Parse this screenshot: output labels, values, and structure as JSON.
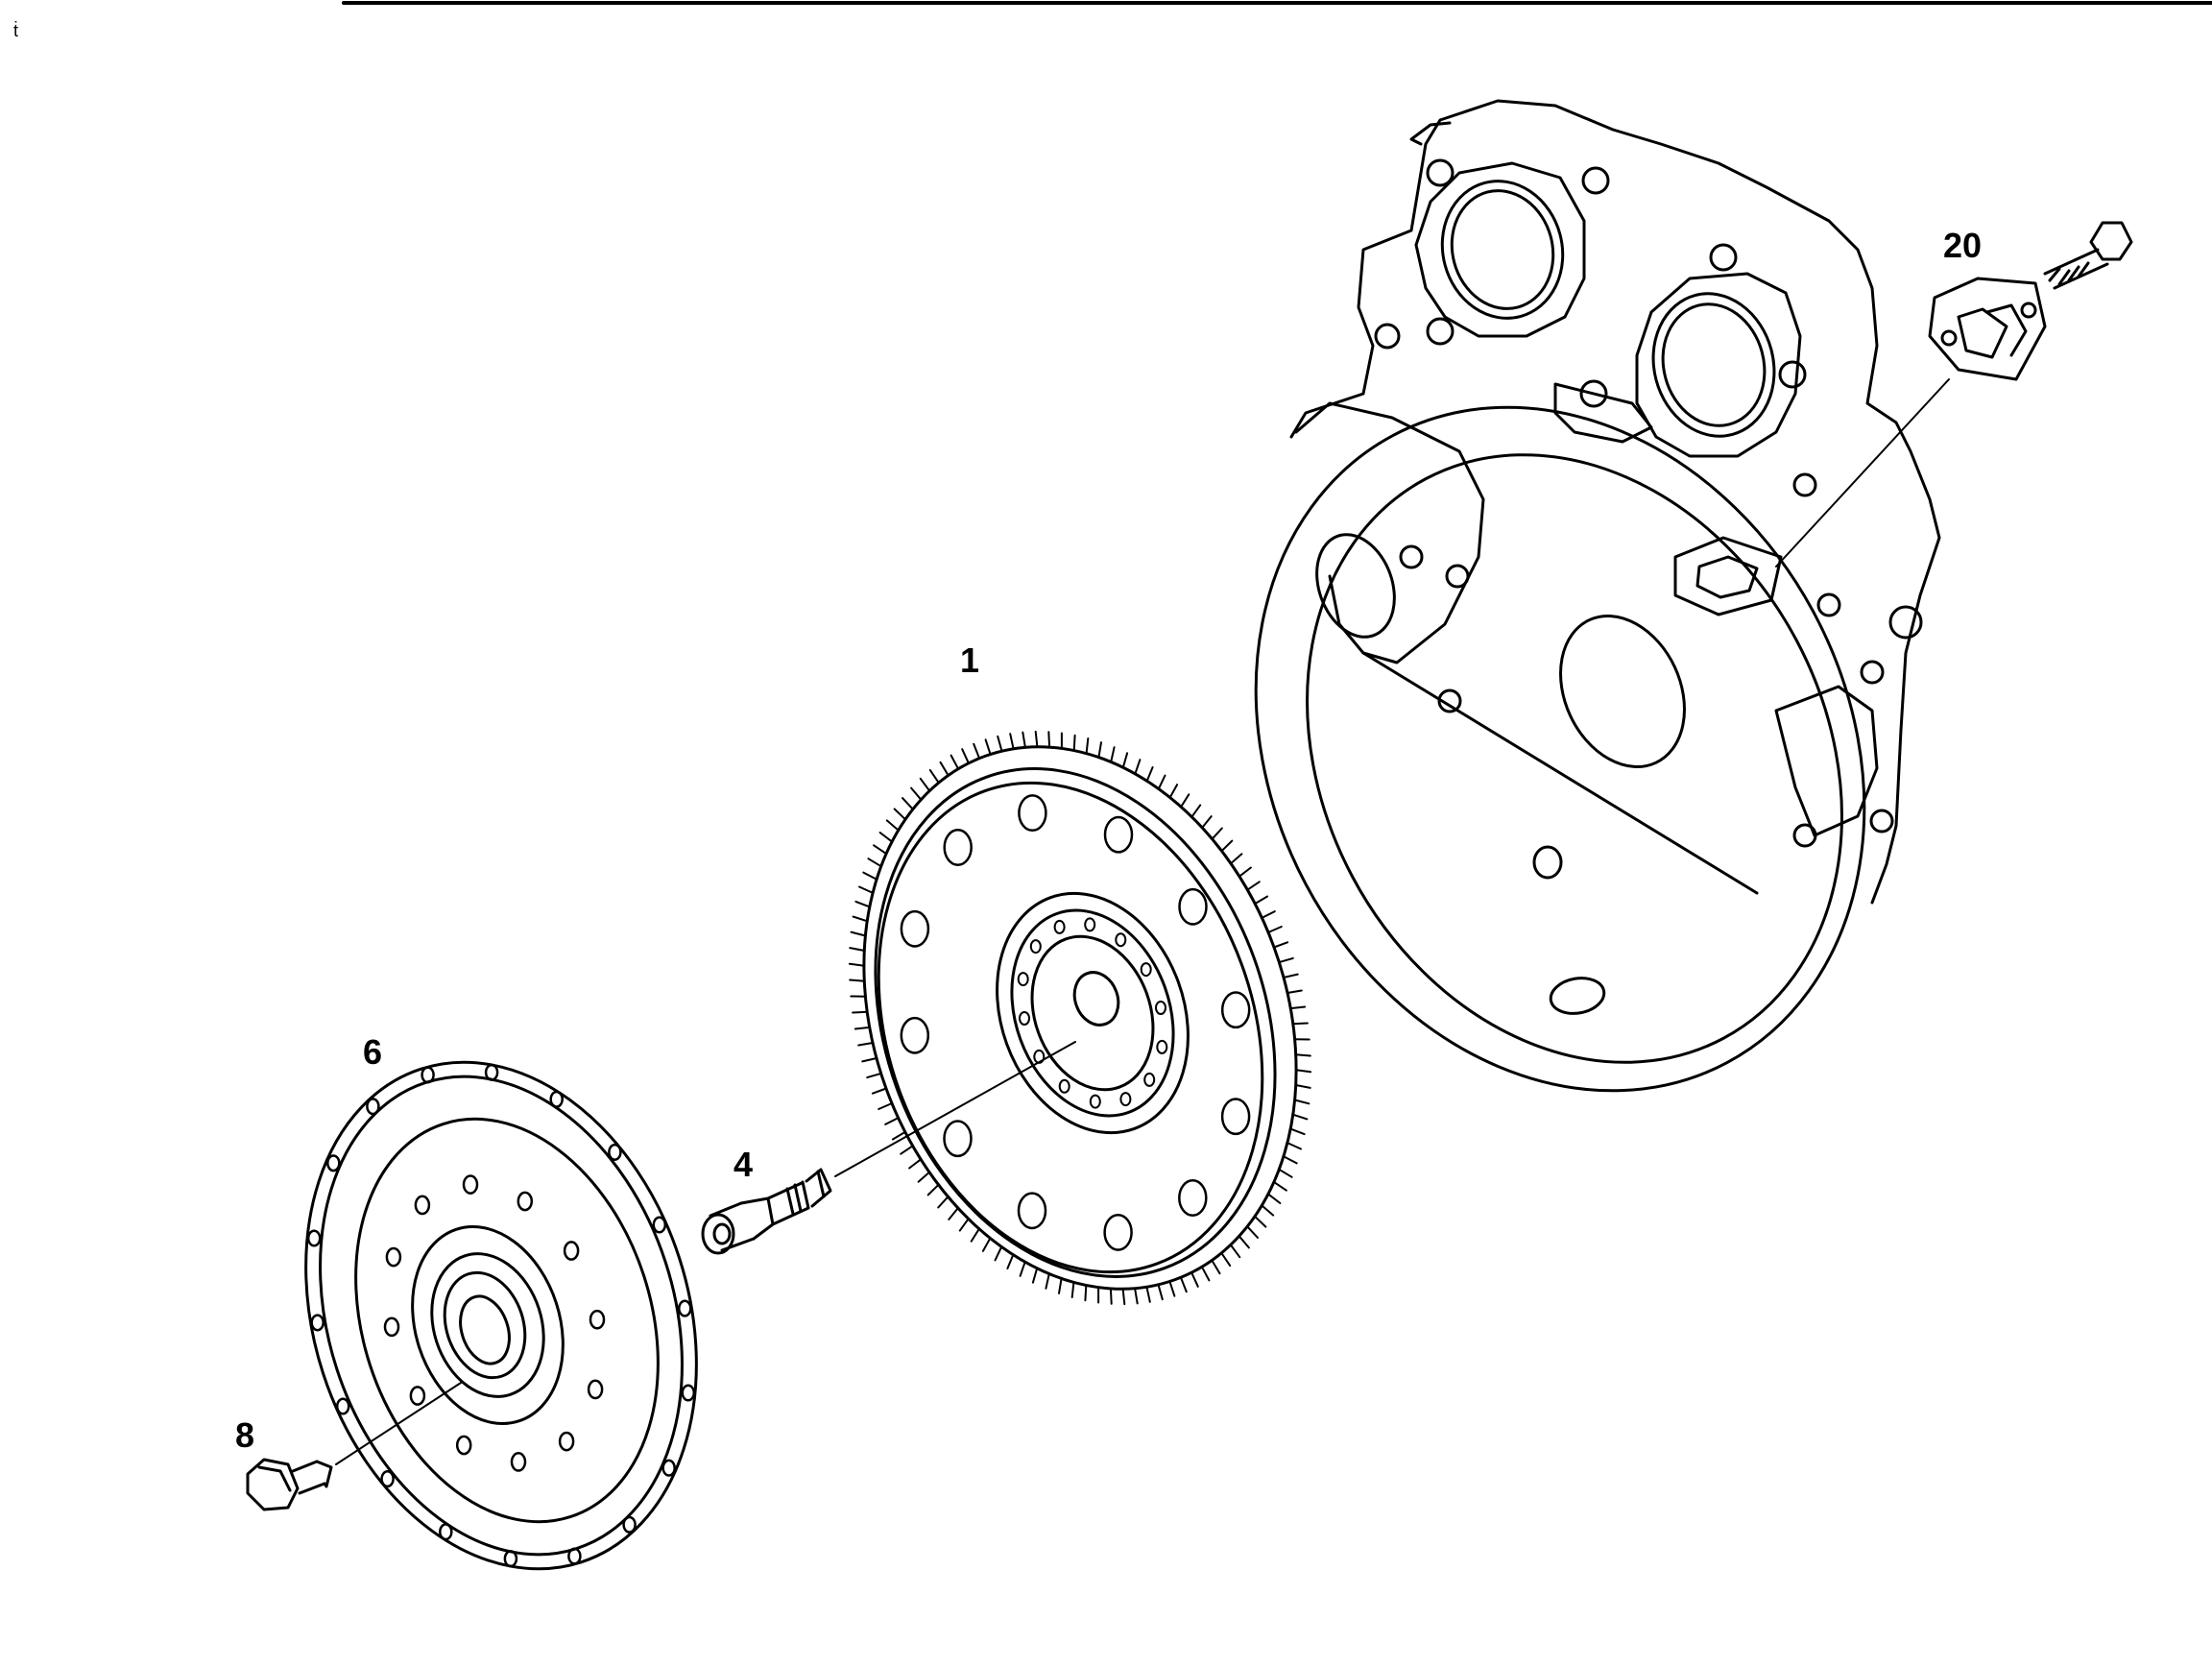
{
  "callouts": {
    "part_1": "1",
    "part_4": "4",
    "part_6": "6",
    "part_8": "8",
    "part_20": "20"
  },
  "corner_mark": "ṫ"
}
